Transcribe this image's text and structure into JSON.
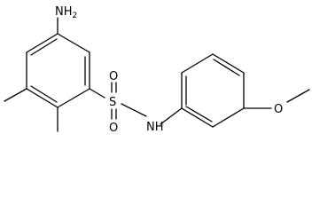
{
  "molecule": {
    "labels": {
      "amino": "NH",
      "amino_subscript": "2",
      "sulfur": "S",
      "oxygen_top": "O",
      "oxygen_bottom": "O",
      "amide_nh": "NH",
      "ether_oxygen": "O"
    }
  }
}
